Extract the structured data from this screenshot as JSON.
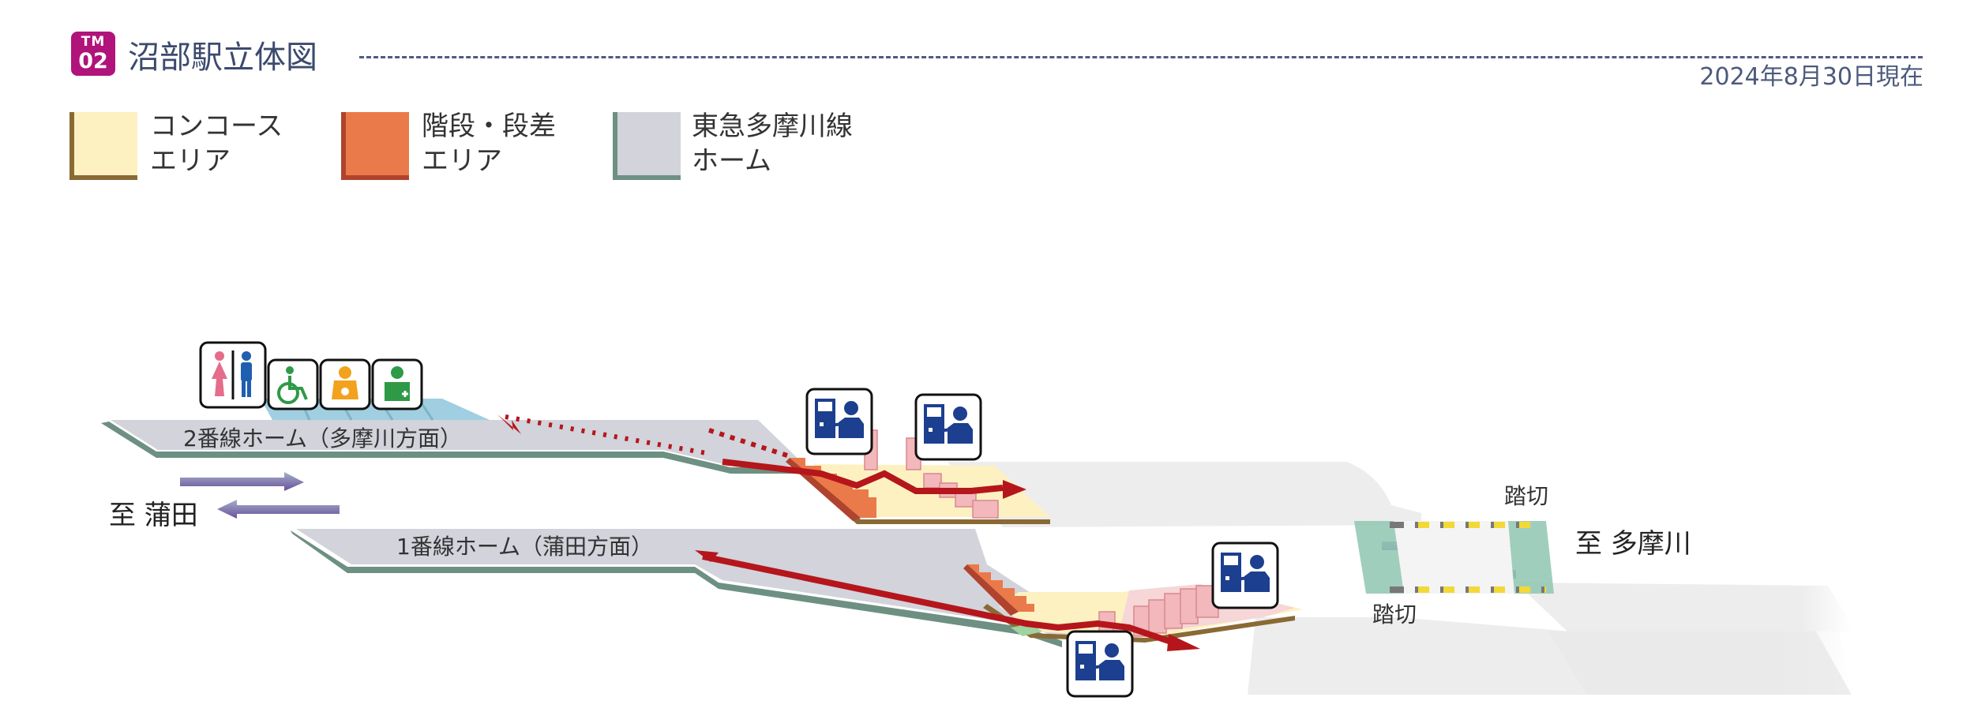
{
  "header": {
    "badge_line": "TM",
    "badge_number": "02",
    "title": "沼部駅立体図",
    "as_of_date": "2024年8月30日現在"
  },
  "legend": [
    {
      "line1": "コンコース",
      "line2": "エリア",
      "color": "#fdf1c2",
      "edge": "#8a6a34"
    },
    {
      "line1": "階段・段差",
      "line2": "エリア",
      "color": "#ea7a4a",
      "edge": "#b0432d"
    },
    {
      "line1": "東急多摩川線",
      "line2": "ホーム",
      "color": "#d2d3db",
      "edge": "#6d9082"
    }
  ],
  "diagram": {
    "platform_2_label": "2番線ホーム（多摩川方面）",
    "platform_1_label": "1番線ホーム（蒲田方面）",
    "dest_left": "至 蒲田",
    "dest_right": "至 多摩川",
    "crossing_top": "踏切",
    "crossing_bottom": "踏切"
  },
  "icons": [
    "restroom-icon",
    "accessible-toilet-icon",
    "baby-care-icon",
    "multipurpose-room-icon",
    "ticket-machine-icon"
  ],
  "colors": {
    "badge": "#b0137a",
    "title": "#3c4a6e",
    "route": "#b5161b",
    "train": "#6a4f9c",
    "icon_blue": "#1c3f8f"
  }
}
